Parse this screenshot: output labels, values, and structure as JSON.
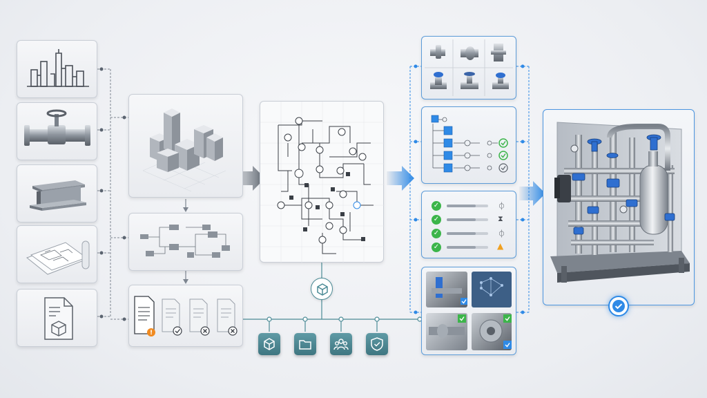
{
  "colors": {
    "accent_blue": "#2f8ae6",
    "teal": "#4a8a95",
    "success_green": "#3cb54a",
    "warning_orange": "#f0a020",
    "steel": "#9aa2ad"
  },
  "icons": {
    "left_column": [
      "refinery-plant-icon",
      "pipe-valve-icon",
      "steel-i-beam-icon",
      "drawing-sheets-icon",
      "document-cube-icon"
    ],
    "bottom_tiles": [
      "cube-icon",
      "folder-icon",
      "users-icon",
      "shield-check-icon"
    ],
    "hub": "cube-hub-icon",
    "final_badge": "check-badge-icon"
  },
  "checklist": {
    "rows": [
      {
        "status": "ok",
        "progress": 0.7,
        "icon": "sensor-icon"
      },
      {
        "status": "ok",
        "progress": 0.7,
        "icon": "hourglass-icon"
      },
      {
        "status": "ok",
        "progress": 0.7,
        "icon": "sensor-icon"
      },
      {
        "status": "ok",
        "progress": 0.7,
        "icon": "warning-icon"
      }
    ]
  },
  "document_review": [
    {
      "status": "warning"
    },
    {
      "status": "approved"
    },
    {
      "status": "rejected"
    },
    {
      "status": "rejected"
    }
  ]
}
